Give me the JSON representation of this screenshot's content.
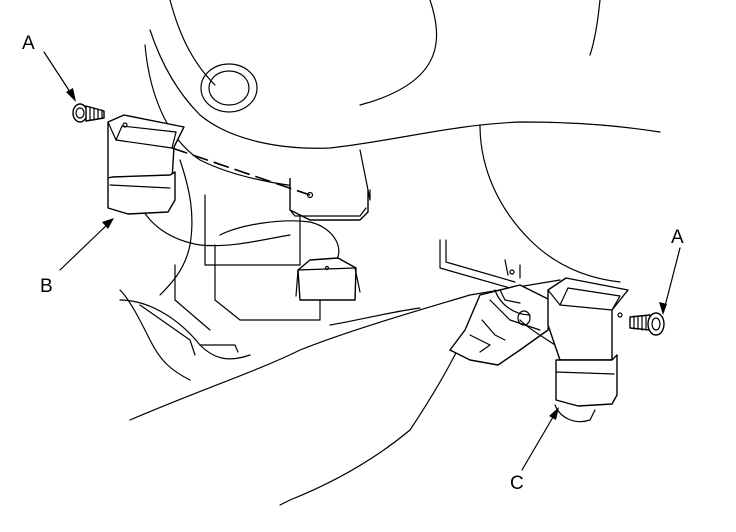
{
  "labels": {
    "a_left": "A",
    "b": "B",
    "a_right": "A",
    "c": "C"
  }
}
